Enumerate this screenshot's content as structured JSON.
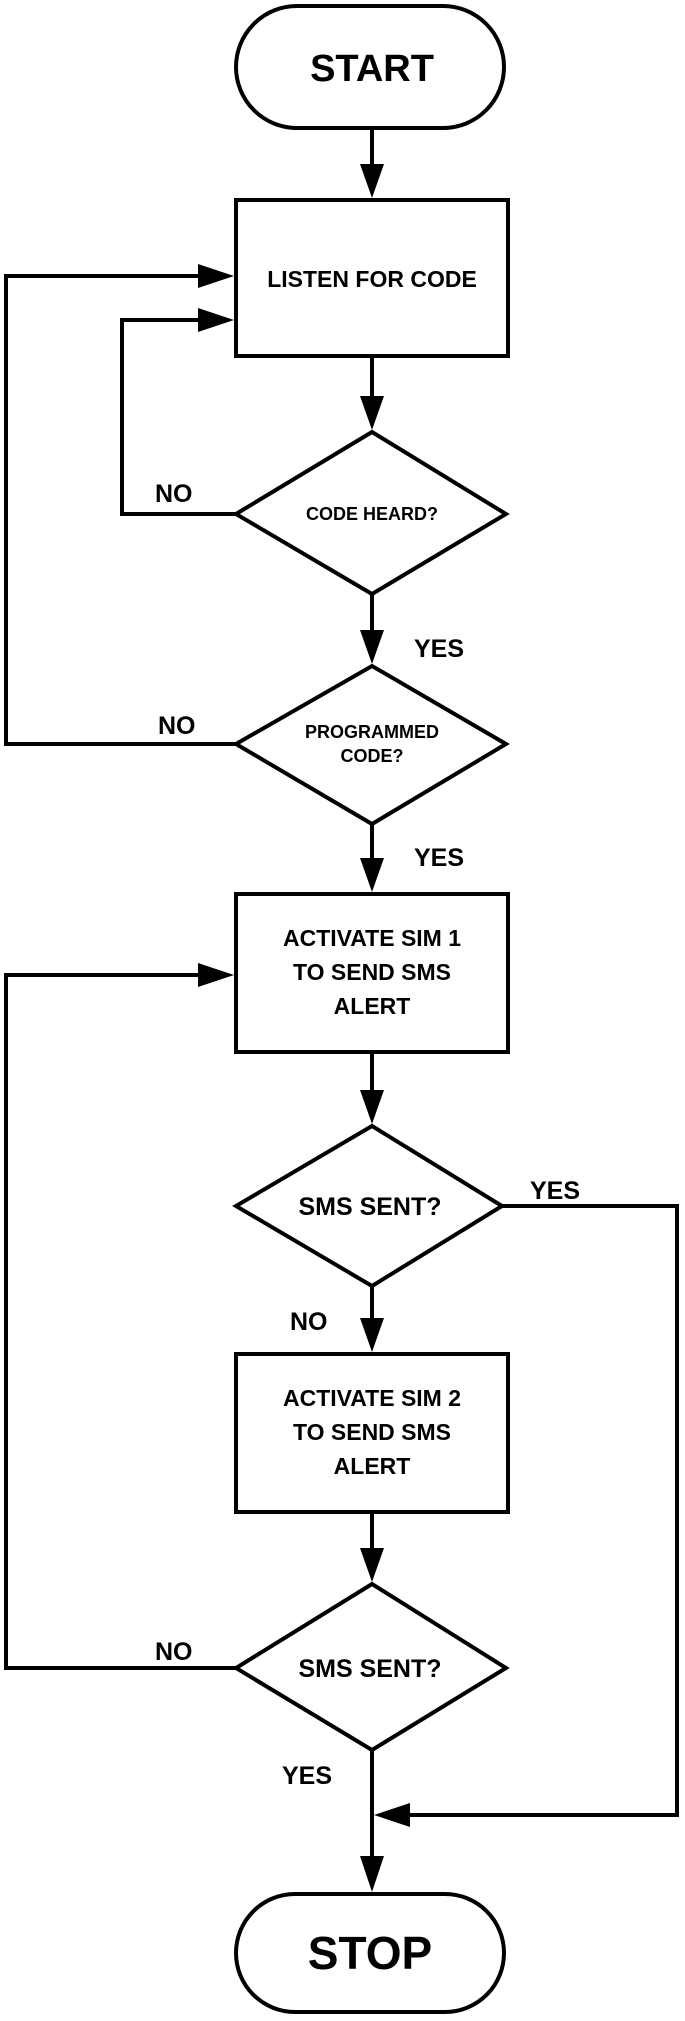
{
  "terminals": {
    "start": "START",
    "stop": "STOP"
  },
  "processes": {
    "listen": "LISTEN FOR CODE",
    "sim1": [
      "ACTIVATE SIM 1",
      "TO SEND SMS",
      "ALERT"
    ],
    "sim2": [
      "ACTIVATE SIM 2",
      "TO SEND SMS",
      "ALERT"
    ]
  },
  "decisions": {
    "code_heard": "CODE HEARD?",
    "programmed_code": [
      "PROGRAMMED",
      "CODE?"
    ],
    "sms_sent_1": "SMS SENT?",
    "sms_sent_2": "SMS SENT?"
  },
  "labels": {
    "code_heard_no": "NO",
    "code_heard_yes": "YES",
    "programmed_no": "NO",
    "programmed_yes": "YES",
    "sms1_yes": "YES",
    "sms1_no": "NO",
    "sms2_no": "NO",
    "sms2_yes": "YES"
  }
}
